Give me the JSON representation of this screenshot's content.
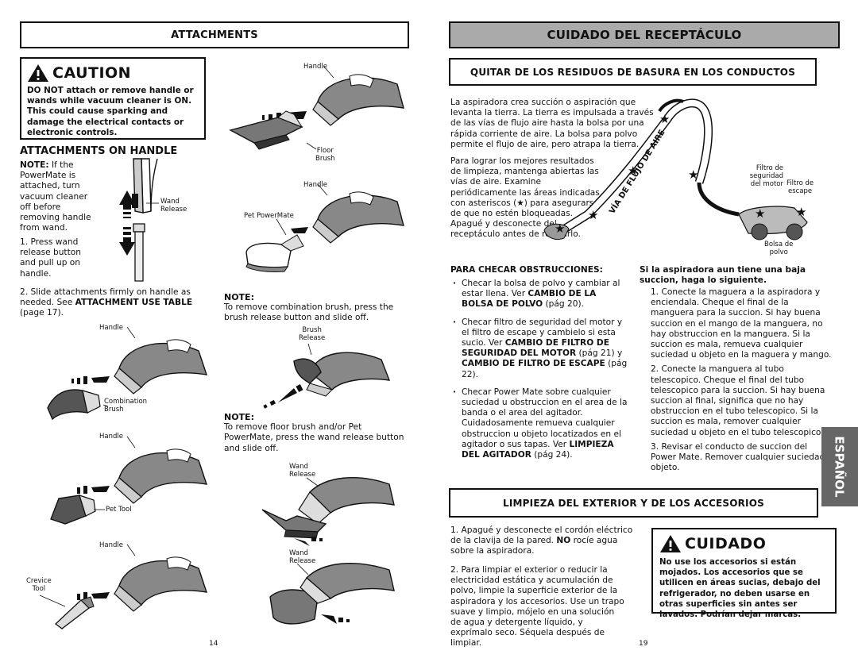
{
  "left": {
    "header": "ATTACHMENTS",
    "caution": {
      "title": "CAUTION",
      "lead": "DO NOT",
      "text": "attach or remove handle or wands while vacuum cleaner is ON.  This could cause sparking and damage the electrical contacts or electronic controls."
    },
    "on_handle": {
      "title": "ATTACHMENTS ON HANDLE",
      "note_lead": "NOTE:",
      "note_text": "If the PowerMate is attached, turn vacuum cleaner off before removing handle from wand.",
      "step1": "1. Press wand release button and pull up on handle.",
      "step2_a": "2. Slide attachments firmly on handle as needed. See",
      "step2_b": "ATTACHMENT USE TABLE",
      "step2_c": "(page 17)."
    },
    "labels": {
      "wand_release": "Wand\nRelease",
      "handle": "Handle",
      "combination_brush": "Combination\nBrush",
      "pet_tool": "Pet Tool",
      "crevice_tool": "Crevice\nTool",
      "floor_brush": "Floor\nBrush",
      "pet_powermate": "Pet PowerMate",
      "brush_release": "Brush\nRelease",
      "wand_release_2": "Wand\nRelease"
    },
    "note1": {
      "heading": "NOTE:",
      "text": "To remove combination brush, press the brush release button and slide off."
    },
    "note2": {
      "heading": "NOTE:",
      "text": "To remove floor brush and/or Pet PowerMate, press the wand release button and slide off."
    },
    "page_number": "14"
  },
  "right": {
    "header": "CUIDADO DEL RECEPTÁCULO",
    "section1_header": "QUITAR DE LOS RESIDUOS DE BASURA EN LOS CONDUCTOS",
    "para1": "La aspiradora crea succión o aspiración que levanta la tierra. La tierra es impulsada a través de las vías de flujo aire hasta la bolsa por una rápida corriente de aire. La bolsa para polvo permite el flujo de aire, pero atrapa la tierra.",
    "para2": "Para lograr los mejores resultados de limpieza, mantenga abiertas las vías de aire. Examine periódicamente las áreas indicadas con asteriscos (★) para asegurarse de que no estén bloqueadas.  Apagué y desconecte del receptáculo antes de revisarlo.",
    "diagram": {
      "airflow": "VÍA DE FLUJO DE AIRE",
      "filtro_seguridad": "Filtro de\nseguridad\ndel motor",
      "filtro_escape": "Filtro de\nescape",
      "bolsa": "Bolsa de\npolvo"
    },
    "obstrucciones": {
      "title": "PARA CHECAR OBSTRUCCIONES:",
      "items": [
        [
          "Checar la bolsa de polvo y cambiar al estar llena. Ver ",
          "CAMBIO DE LA BOLSA DE POLVO",
          " (pág 20)."
        ],
        [
          "Checar filtro de seguridad del motor y el filtro de escape y cambielo si esta sucio. Ver ",
          "CAMBIO DE FILTRO DE SEGURIDAD DEL MOTOR",
          " (pág 21) y ",
          "CAMBIO DE FILTRO DE ESCAPE",
          " (pág 22)."
        ],
        [
          "Checar Power Mate sobre cualquier suciedad u obstruccion en el area de la banda o el area del agitador. Cuidadosamente remueva cualquier obstruccion u objeto locatizados en el agitador o sus tapas. Ver ",
          "LIMPIEZA DEL AGITADOR",
          " (pág 24)."
        ]
      ]
    },
    "baja": {
      "title": "Si la aspiradora aun tiene una baja succion, haga lo siguiente.",
      "items": [
        "1. Conecte la maguera a la aspiradora y enciendala. Cheque el final de la manguera para la succion. Si hay buena succion en el mango de la manguera, no hay obstruccion en la manguera. Si la succion es mala, remueva cualquier suciedad u objeto en la maguera y mango.",
        "2. Conecte la manguera al tubo telescopico. Cheque el final del tubo telescopico para la succion. Si hay buena succion al final, significa que no hay obstruccion en el tubo telescopico. Si la succion es mala, remover cualquier suciedad u objeto en el tubo telescopico.",
        "3. Revisar el conducto de succion del Power Mate. Remover cualquier suciedad u objeto."
      ]
    },
    "tab": "ESPAÑOL",
    "section2_header": "LIMPIEZA DEL EXTERIOR Y DE LOS ACCESORIOS",
    "limpieza": [
      [
        "1. Apagué y desconecte el cordón eléctrico de la clavija de la pared. ",
        "NO",
        " rocíe agua sobre la aspiradora."
      ],
      [
        "2. Para limpiar el exterior o reducir la electricidad estática y acumulación de polvo, limpie la superficie exterior de la aspiradora y los accesorios. Use un trapo suave y limpio, mójelo en una solución de agua y detergente líquido, y exprímalo seco. Séquela después de limpiar.",
        "",
        ""
      ]
    ],
    "cuidado": {
      "title": "CUIDADO",
      "text": "No use los accesorios si están mojados.  Los accesorios que se utilicen en áreas sucias, debajo del refrigerador, no deben usarse en otras superficies sin antes ser lavados. Podrían dejar marcas."
    },
    "page_number": "19"
  }
}
